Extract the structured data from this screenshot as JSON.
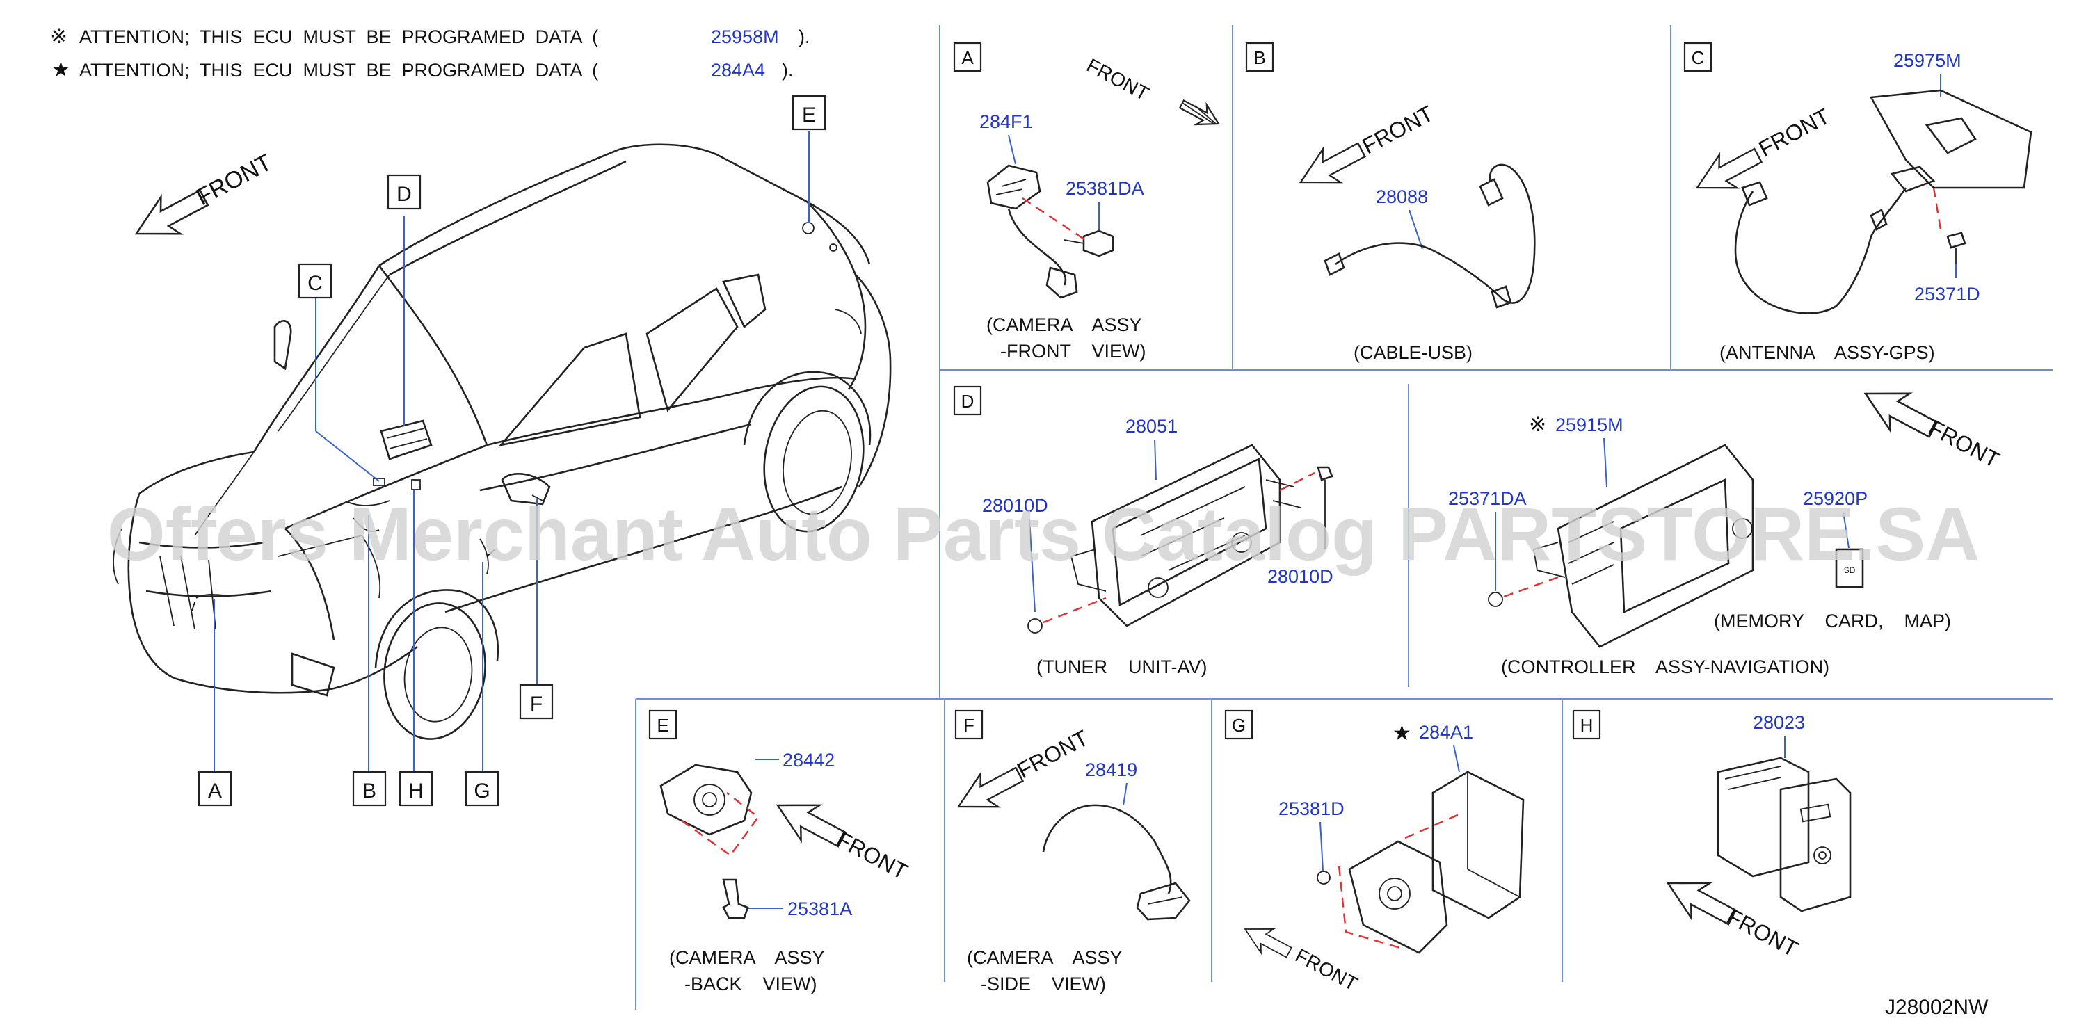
{
  "attention_notes": [
    {
      "symbol": "※",
      "text": "ATTENTION;  THIS  ECU  MUST  BE  PROGRAMED  DATA  (",
      "code": "25958M",
      "close": ")."
    },
    {
      "symbol": "★",
      "text": "ATTENTION;  THIS  ECU  MUST  BE  PROGRAMED  DATA  (",
      "code": "284A4",
      "close": ")."
    }
  ],
  "main_view": {
    "front_label": "FRONT",
    "callouts": [
      "A",
      "B",
      "C",
      "D",
      "E",
      "F",
      "G",
      "H"
    ]
  },
  "panels": {
    "A": {
      "letter": "A",
      "front": "FRONT",
      "parts": [
        "284F1",
        "25381DA"
      ],
      "caption": [
        "(CAMERA    ASSY",
        "-FRONT    VIEW)"
      ]
    },
    "B": {
      "letter": "B",
      "front": "FRONT",
      "parts": [
        "28088"
      ],
      "caption": [
        "(CABLE-USB)"
      ]
    },
    "C": {
      "letter": "C",
      "front": "FRONT",
      "parts": [
        "25975M",
        "25371D"
      ],
      "caption": [
        "(ANTENNA    ASSY-GPS)"
      ]
    },
    "D": {
      "letter": "D",
      "front": "FRONT",
      "parts": [
        "28051",
        "28010D",
        "28010D"
      ],
      "nav_parts": [
        "25915M",
        "25371DA",
        "25920P"
      ],
      "nav_mark": "※",
      "caption": [
        "(TUNER    UNIT-AV)"
      ],
      "nav_caption": [
        "(CONTROLLER    ASSY-NAVIGATION)"
      ],
      "card_caption": [
        "(MEMORY    CARD,    MAP)"
      ],
      "sd_label": "SD"
    },
    "E": {
      "letter": "E",
      "front": "FRONT",
      "parts": [
        "28442",
        "25381A"
      ],
      "caption": [
        "(CAMERA    ASSY",
        "-BACK    VIEW)"
      ]
    },
    "F": {
      "letter": "F",
      "front": "FRONT",
      "parts": [
        "28419"
      ],
      "caption": [
        "(CAMERA    ASSY",
        "-SIDE    VIEW)"
      ]
    },
    "G": {
      "letter": "G",
      "front": "FRONT",
      "parts": [
        "284A1",
        "25381D"
      ],
      "mark": "★"
    },
    "H": {
      "letter": "H",
      "front": "FRONT",
      "parts": [
        "28023"
      ]
    }
  },
  "drawing_code": "J28002NW",
  "watermark": "Offers Merchant Auto Parts Catalog PARTSTORE.SA",
  "colors": {
    "part_numbers": "#1f36c8",
    "grid": "#6f8fd3",
    "dash": "#e03030"
  }
}
